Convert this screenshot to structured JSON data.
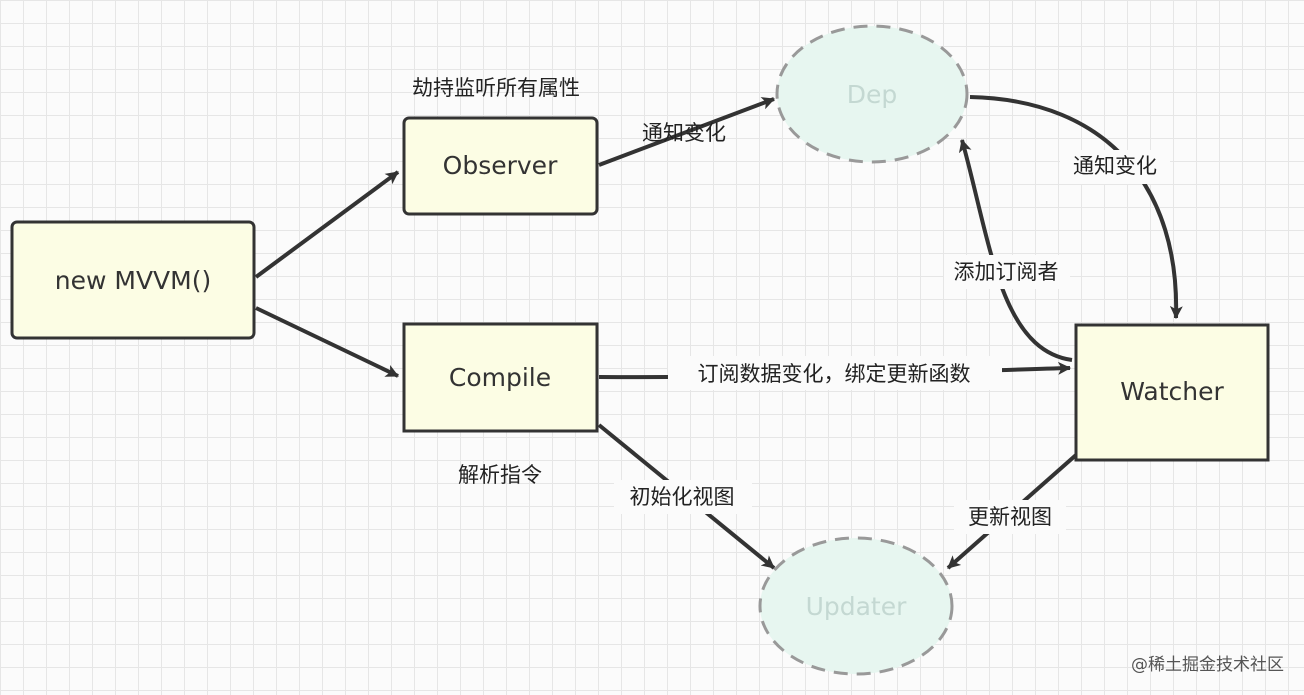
{
  "colors": {
    "box_fill": "#fcfde4",
    "box_stroke": "#333333",
    "ellipse_fill": "#e7f6f0",
    "ellipse_stroke": "#999999",
    "faded_text": "#c4d8d2",
    "edge": "#333333",
    "text": "#222222"
  },
  "nodes": {
    "mvvm": "new MVVM()",
    "observer": "Observer",
    "compile": "Compile",
    "watcher": "Watcher",
    "dep": "Dep",
    "updater": "Updater"
  },
  "labels": {
    "observer_annotation": "劫持监听所有属性",
    "compile_annotation": "解析指令",
    "observer_to_dep": "通知变化",
    "dep_to_watcher": "通知变化",
    "watcher_to_dep": "添加订阅者",
    "compile_to_watcher": "订阅数据变化，绑定更新函数",
    "compile_to_updater": "初始化视图",
    "watcher_to_updater": "更新视图"
  },
  "watermark": "@稀土掘金技术社区"
}
